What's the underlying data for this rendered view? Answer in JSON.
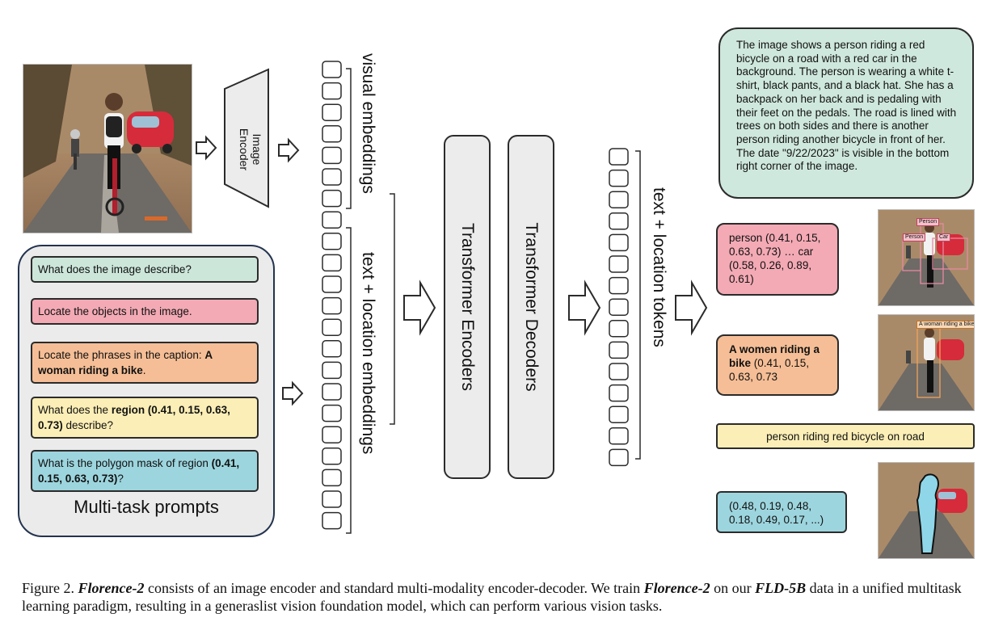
{
  "encoder_label": [
    "Image",
    "Encoder"
  ],
  "visual_embeddings_label": "visual embeddings",
  "text_location_embeddings_label": "text + location embeddings",
  "transformer_encoders_label": "Transformer Encoders",
  "transformer_decoders_label": "Transformer Decoders",
  "text_location_tokens_label": "text + location tokens",
  "prompts_panel": {
    "title": "Multi-task prompts",
    "prompts": [
      {
        "plain": "What does the image describe?",
        "bold": "",
        "after": "",
        "color": "#cce6da"
      },
      {
        "plain": "Locate the objects in the image.",
        "bold": "",
        "after": "",
        "color": "#f3aab5"
      },
      {
        "plain": "Locate the phrases in the caption: ",
        "bold": "A woman riding a bike",
        "after": ".",
        "color": "#f5be96"
      },
      {
        "plain": "What does the ",
        "bold": "region (0.41, 0.15, 0.63, 0.73)",
        "after": " describe?",
        "color": "#fbeeb6"
      },
      {
        "plain": "What is the polygon mask of region ",
        "bold": "(0.41, 0.15, 0.63, 0.73)",
        "after": "?",
        "color": "#9dd5de"
      }
    ]
  },
  "outputs": {
    "caption": "The image shows a person riding a red bicycle on a road with a red car in the background. The person is wearing a white t-shirt, black pants, and a black hat. She has a backpack on her back and is pedaling with their feet on the pedals. The road is lined with trees on both sides and there is another person riding another bicycle in front of her. The date \"9/22/2023\" is visible in the bottom right corner of the image.",
    "detection": "person (0.41, 0.15, 0.63, 0.73) … car (0.58, 0.26, 0.89, 0.61)",
    "grounding_bold": "A women riding a bike",
    "grounding_rest": " (0.41, 0.15, 0.63, 0.73",
    "region_caption": "person riding red bicycle on road",
    "polygon": "(0.48, 0.19, 0.48, 0.18, 0.49, 0.17, ...)"
  },
  "detection_labels": [
    "Person",
    "Person",
    "Car"
  ],
  "grounding_label": "A woman riding a bike",
  "figure_caption": {
    "prefix": "Figure 2. ",
    "name1": "Florence-2",
    "mid1": " consists of an image encoder and standard multi-modality encoder-decoder. We train ",
    "name2": "Florence-2",
    "mid2": " on our ",
    "name3": "FLD-5B",
    "rest": " data in a unified multitask learning paradigm, resulting in a generaslist vision foundation model, which can perform various vision tasks."
  },
  "colors": {
    "teal": "#cce6da",
    "pink": "#f3aab5",
    "orange": "#f5be96",
    "yellow": "#fbeeb6",
    "cyan": "#9dd5de",
    "panel_border": "#23334f"
  }
}
